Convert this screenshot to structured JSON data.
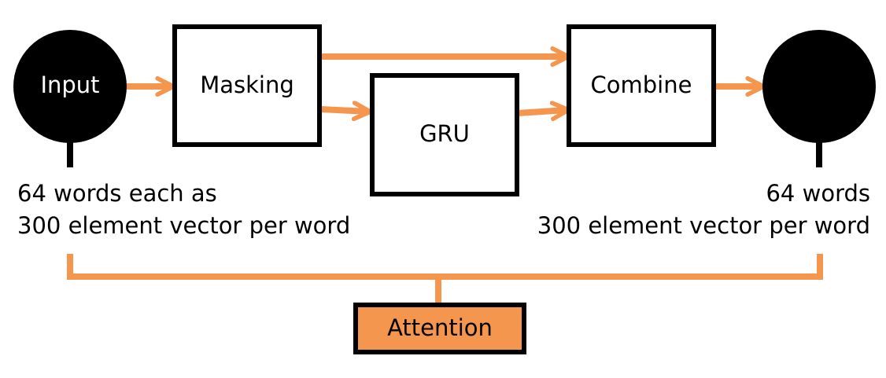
{
  "colors": {
    "arrow": "#f5964f",
    "attention_fill": "#f5964f",
    "node_fill_dark": "#000000",
    "box_fill": "#ffffff",
    "box_stroke": "#000000"
  },
  "nodes": {
    "input": {
      "label": "Input"
    },
    "masking": {
      "label": "Masking"
    },
    "gru": {
      "label": "GRU"
    },
    "combine": {
      "label": "Combine"
    },
    "output": {
      "label": ""
    },
    "attention": {
      "label": "Attention"
    }
  },
  "captions": {
    "input": {
      "line1": "64 words each as",
      "line2": "300 element vector per word"
    },
    "output": {
      "line1": "64 words",
      "line2": "300 element vector per word"
    }
  },
  "edges": [
    {
      "from": "input",
      "to": "masking"
    },
    {
      "from": "masking",
      "to": "combine"
    },
    {
      "from": "masking",
      "to": "gru"
    },
    {
      "from": "gru",
      "to": "combine"
    },
    {
      "from": "combine",
      "to": "output"
    },
    {
      "from": "input",
      "to": "attention"
    },
    {
      "from": "output",
      "to": "attention"
    }
  ]
}
